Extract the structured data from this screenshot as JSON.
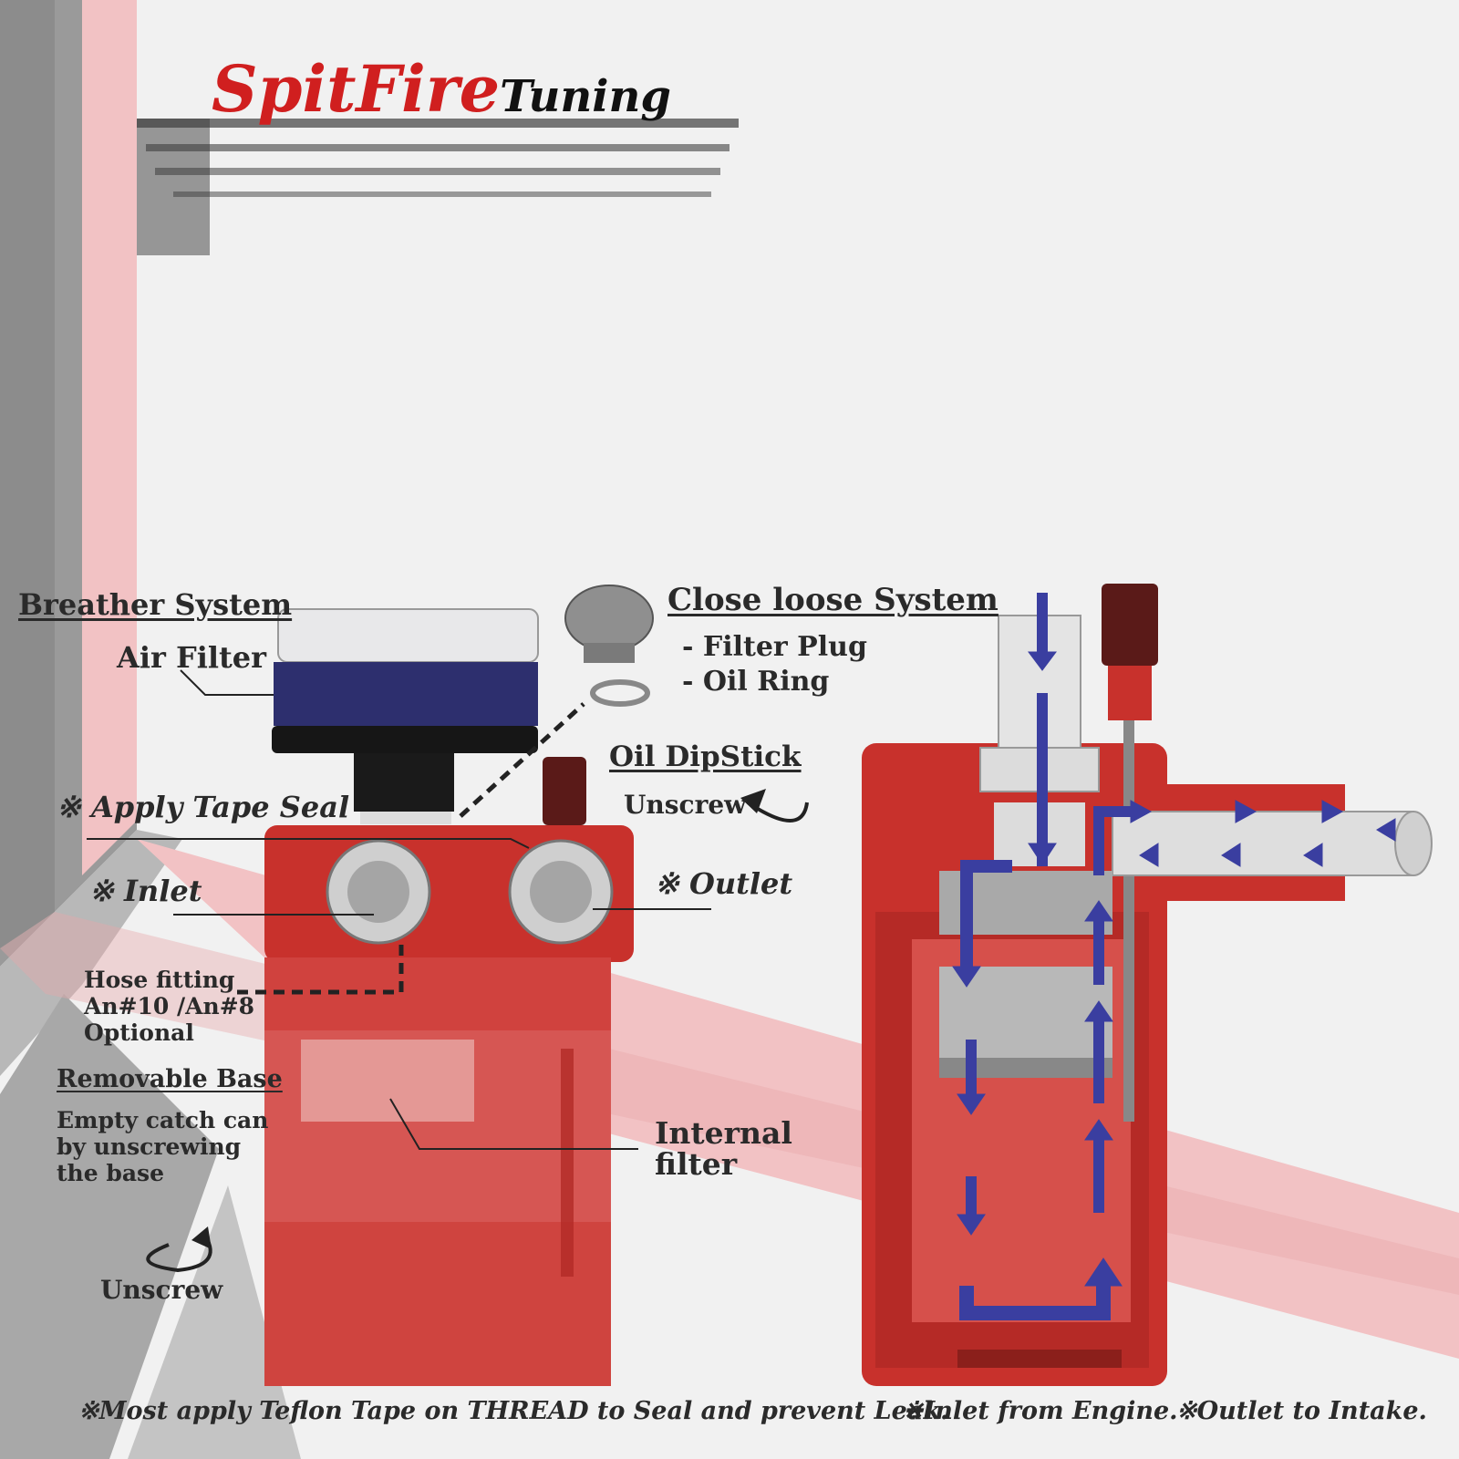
{
  "brand": {
    "part1": "SpitFire",
    "part2": "Tuning"
  },
  "left_labels": {
    "breather_system": "Breather System",
    "air_filter": "Air Filter",
    "apply_tape_seal": "※ Apply Tape Seal",
    "inlet": "※ Inlet",
    "hose_fitting": "Hose fitting",
    "hose_sizes": "An#10 /An#8",
    "optional": "Optional",
    "removable_base": "Removable Base",
    "removable_base_desc_1": "Empty catch can",
    "removable_base_desc_2": "by unscrewing",
    "removable_base_desc_3": "the base",
    "unscrew_bottom": "Unscrew"
  },
  "right_labels": {
    "close_loose_system": "Close loose System",
    "filter_plug": "- Filter Plug",
    "oil_ring": "- Oil Ring",
    "oil_dipstick": "Oil DipStick",
    "unscrew_dipstick": "Unscrew",
    "outlet": "※ Outlet",
    "internal_filter_1": "Internal",
    "internal_filter_2": "filter"
  },
  "footer": {
    "note_teflon": "※Most apply Teflon Tape on THREAD to Seal and prevent Leak.",
    "note_inlet": "※Inlet from Engine.",
    "note_outlet": "※Outlet to Intake."
  },
  "colors": {
    "body_red": "#c8312c",
    "arrow_blue": "#3a3ea0",
    "brand_red": "#d01f1f",
    "stripe_pink": "#f2c2c4"
  }
}
